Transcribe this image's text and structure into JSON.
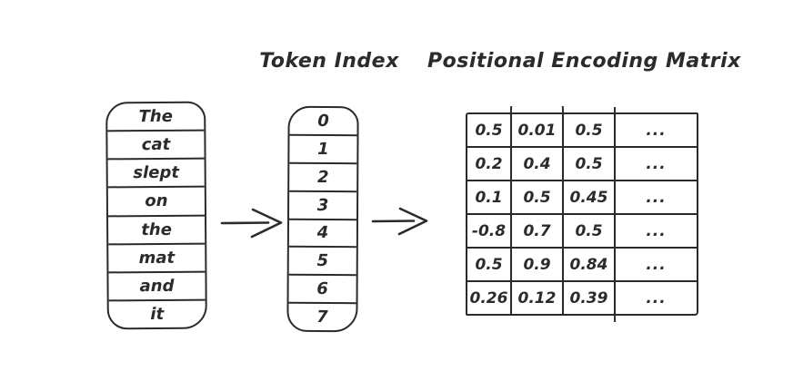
{
  "titles": {
    "token_index": "Token Index",
    "matrix": "Positional Encoding Matrix"
  },
  "words": [
    "The",
    "cat",
    "slept",
    "on",
    "the",
    "mat",
    "and",
    "it"
  ],
  "indices": [
    "0",
    "1",
    "2",
    "3",
    "4",
    "5",
    "6",
    "7"
  ],
  "matrix": {
    "rows": [
      [
        "0.5",
        "0.01",
        "0.5",
        "..."
      ],
      [
        "0.2",
        "0.4",
        "0.5",
        "..."
      ],
      [
        "0.1",
        "0.5",
        "0.45",
        "..."
      ],
      [
        "-0.8",
        "0.7",
        "0.5",
        "..."
      ],
      [
        "0.5",
        "0.9",
        "0.84",
        "..."
      ],
      [
        "0.26",
        "0.12",
        "0.39",
        "..."
      ]
    ]
  },
  "icons": {
    "arrow_1": "right-arrow",
    "arrow_2": "right-arrow"
  },
  "colors": {
    "ink": "#2b2b2b",
    "background": "#ffffff"
  }
}
